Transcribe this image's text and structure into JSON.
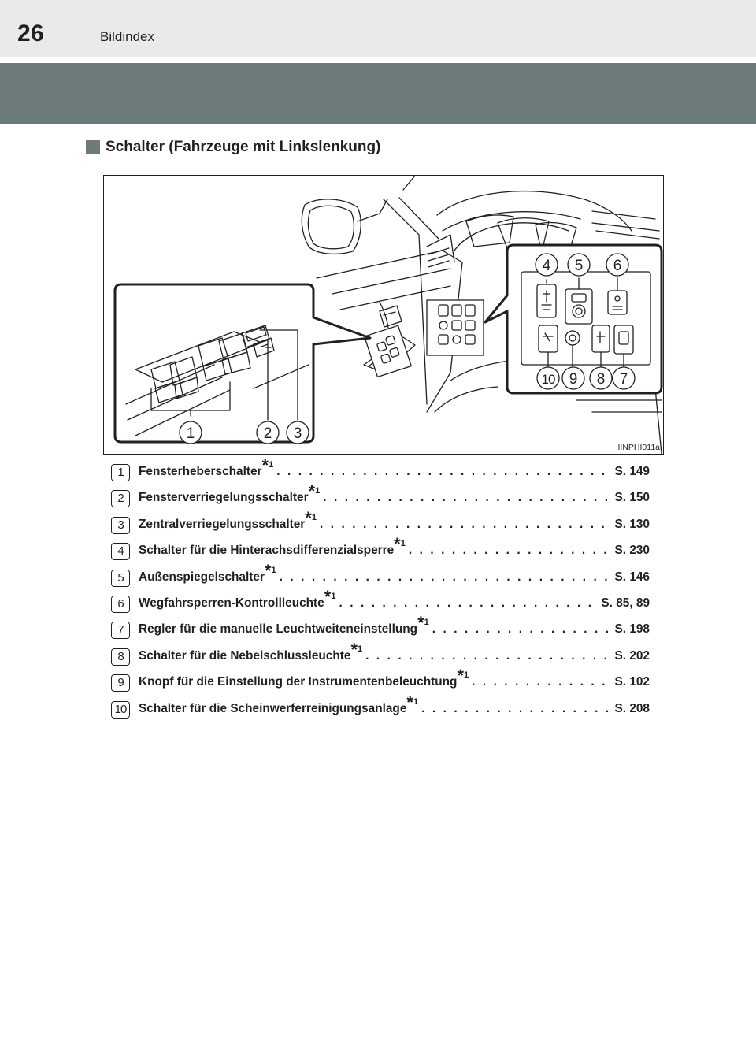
{
  "header": {
    "page_number": "26",
    "running_title": "Bildindex"
  },
  "section": {
    "heading": "Schalter (Fahrzeuge mit Linkslenkung)"
  },
  "figure": {
    "code": "IINPHI011a",
    "callouts": [
      "1",
      "2",
      "3",
      "4",
      "5",
      "6",
      "7",
      "8",
      "9",
      "10"
    ]
  },
  "legend": [
    {
      "num": "1",
      "label": "Fensterheberschalter",
      "mark": "*",
      "note": "1",
      "page": "S. 149"
    },
    {
      "num": "2",
      "label": "Fensterverriegelungsschalter",
      "mark": "*",
      "note": "1",
      "page": "S. 150"
    },
    {
      "num": "3",
      "label": "Zentralverriegelungsschalter",
      "mark": "*",
      "note": "1",
      "page": "S. 130"
    },
    {
      "num": "4",
      "label": "Schalter für die Hinterachsdifferenzialsperre",
      "mark": "*",
      "note": "1",
      "page": "S. 230"
    },
    {
      "num": "5",
      "label": "Außenspiegelschalter",
      "mark": "*",
      "note": "1",
      "page": "S. 146"
    },
    {
      "num": "6",
      "label": "Wegfahrsperren-Kontrollleuchte",
      "mark": "*",
      "note": "1",
      "page": "S. 85, 89"
    },
    {
      "num": "7",
      "label": "Regler für die manuelle Leuchtweiteneinstellung",
      "mark": "*",
      "note": "1",
      "page": "S. 198"
    },
    {
      "num": "8",
      "label": "Schalter für die Nebelschlussleuchte",
      "mark": "*",
      "note": "1",
      "page": "S. 202"
    },
    {
      "num": "9",
      "label": "Knopf für die Einstellung der Instrumentenbeleuchtung",
      "mark": "*",
      "note": "1",
      "page": "S. 102"
    },
    {
      "num": "10",
      "label": "Schalter für die Scheinwerferreinigungsanlage",
      "mark": "*",
      "note": "1",
      "page": "S. 208"
    }
  ]
}
